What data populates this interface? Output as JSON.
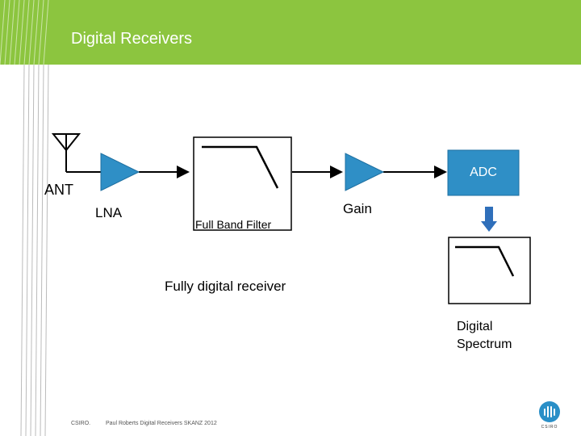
{
  "slide": {
    "title": "Digital Receivers",
    "colors": {
      "header": "#8cc53f",
      "accent": "#2f8fc6",
      "arrow": "#2f6fba"
    }
  },
  "diagram": {
    "antenna_label": "ANT",
    "lna_label": "LNA",
    "filter_label": "Full Band Filter",
    "gain_label": "Gain",
    "adc_label": "ADC",
    "receiver_caption": "Fully digital receiver",
    "spectrum_label_line1": "Digital",
    "spectrum_label_line2": "Spectrum"
  },
  "footer": {
    "org": "CSIRO.",
    "citation": "Paul Roberts Digital Receivers SKANZ 2012",
    "logo_text": "CSIRO",
    "logo_icon": "csiro-logo-icon"
  }
}
